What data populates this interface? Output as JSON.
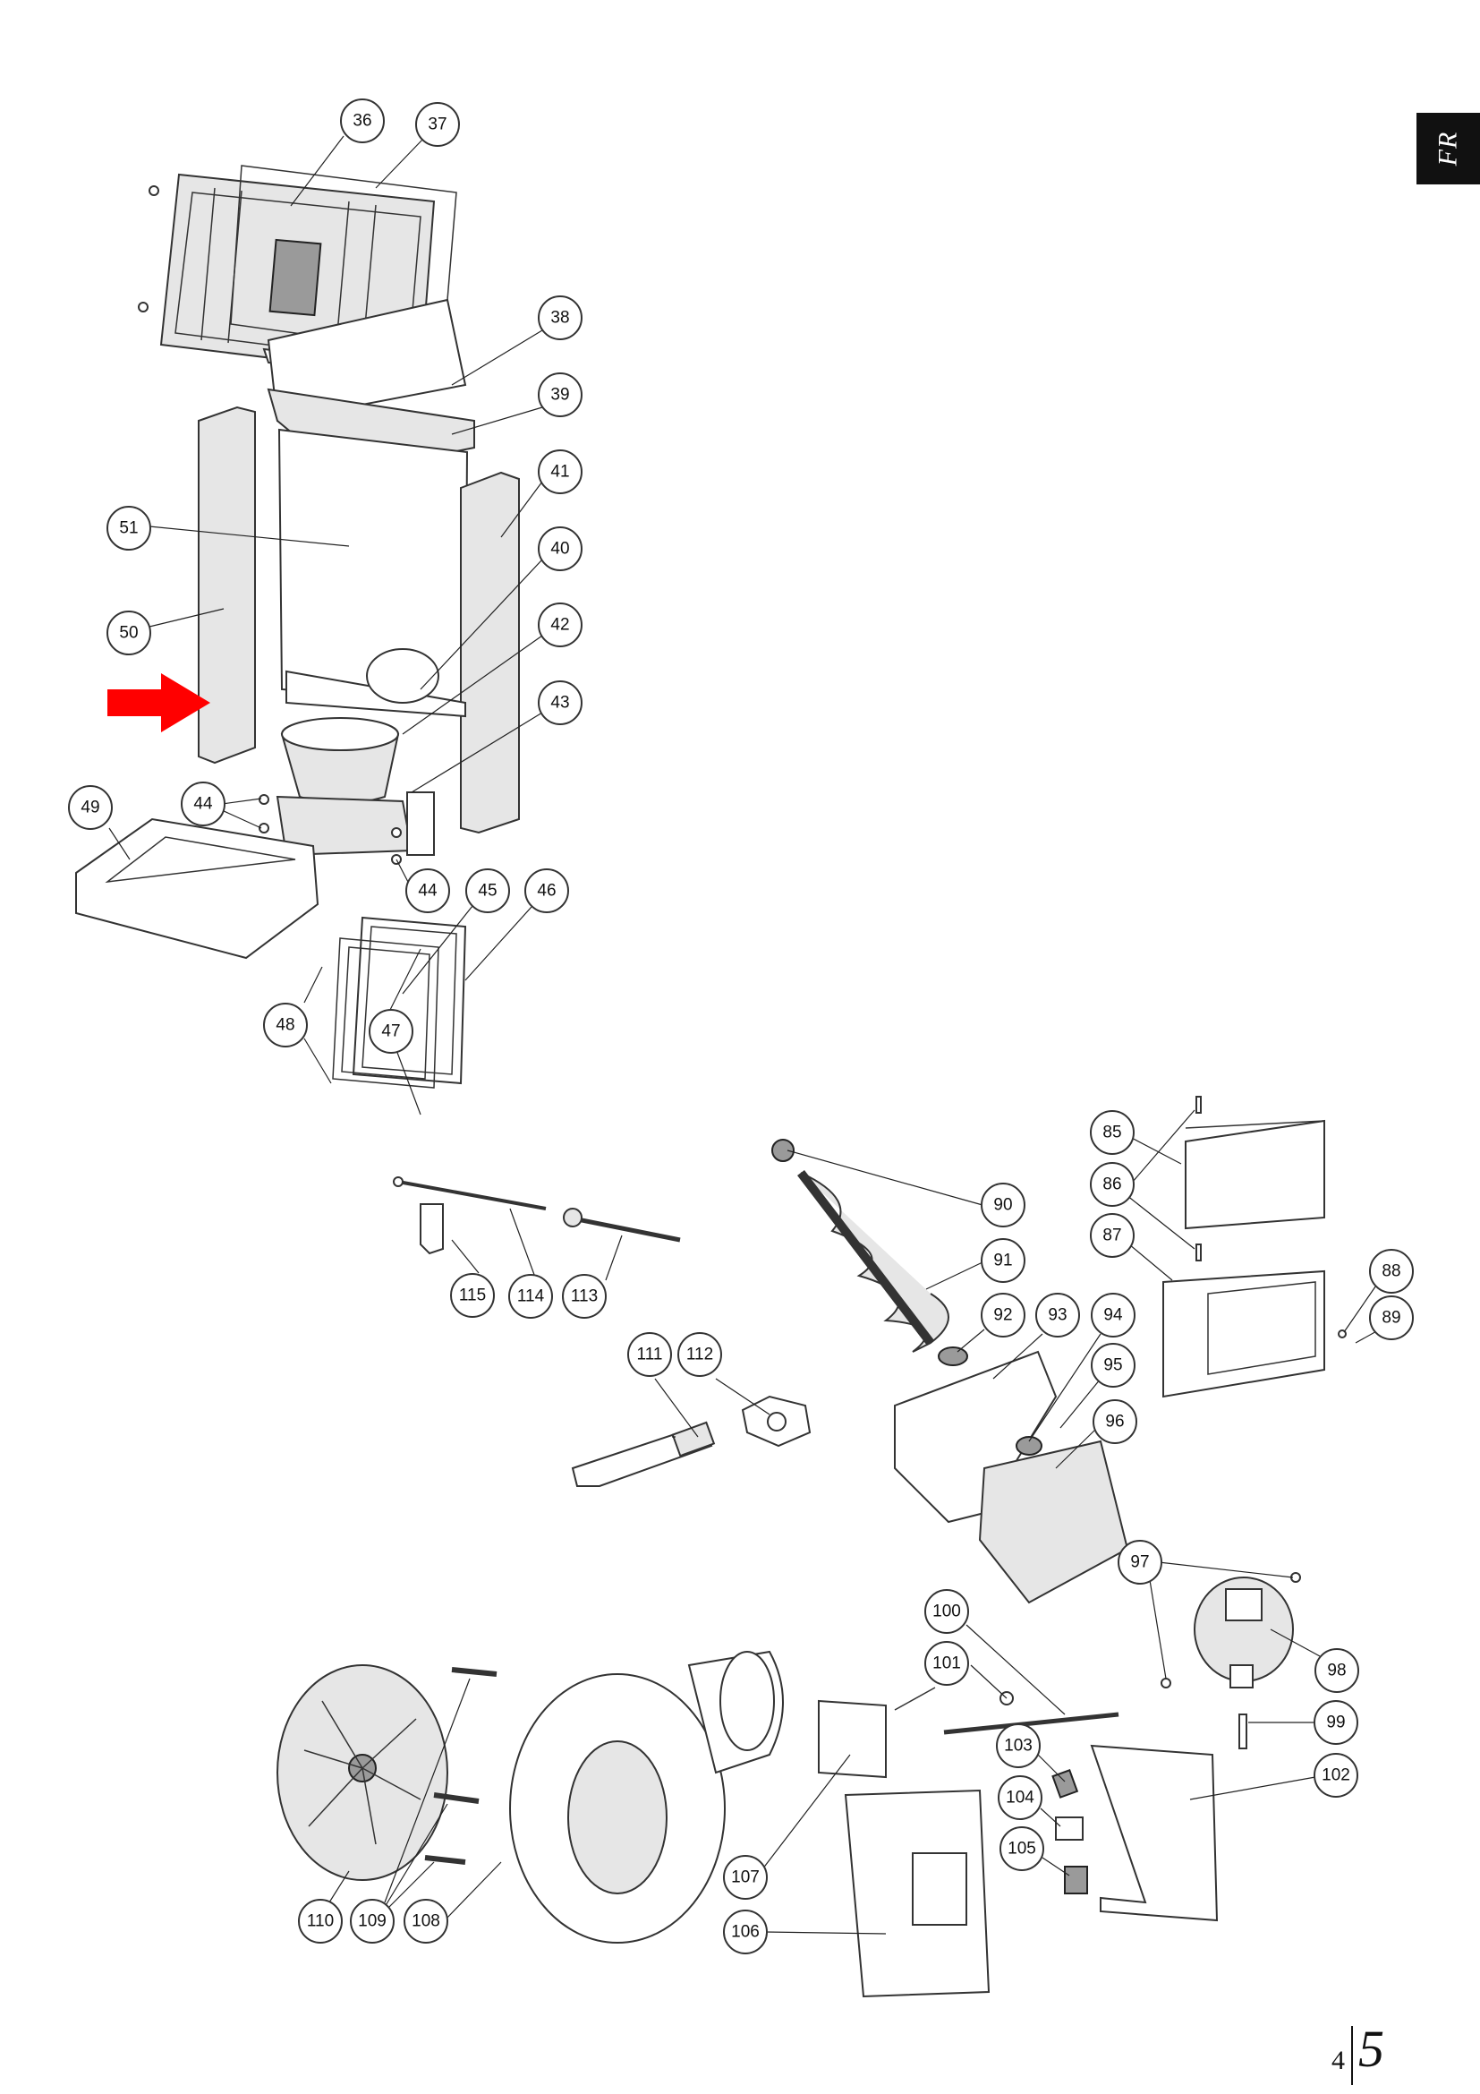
{
  "language_tab": "FR",
  "page_number": {
    "left": "4",
    "right": "5"
  },
  "accent_color": "#ff0000",
  "callouts": [
    "36",
    "37",
    "38",
    "39",
    "40",
    "41",
    "42",
    "43",
    "44",
    "44",
    "45",
    "46",
    "47",
    "48",
    "49",
    "50",
    "51",
    "85",
    "86",
    "87",
    "88",
    "89",
    "90",
    "91",
    "92",
    "93",
    "94",
    "95",
    "96",
    "97",
    "98",
    "99",
    "100",
    "101",
    "102",
    "103",
    "104",
    "105",
    "106",
    "107",
    "108",
    "109",
    "110",
    "111",
    "112",
    "113",
    "114",
    "115"
  ]
}
